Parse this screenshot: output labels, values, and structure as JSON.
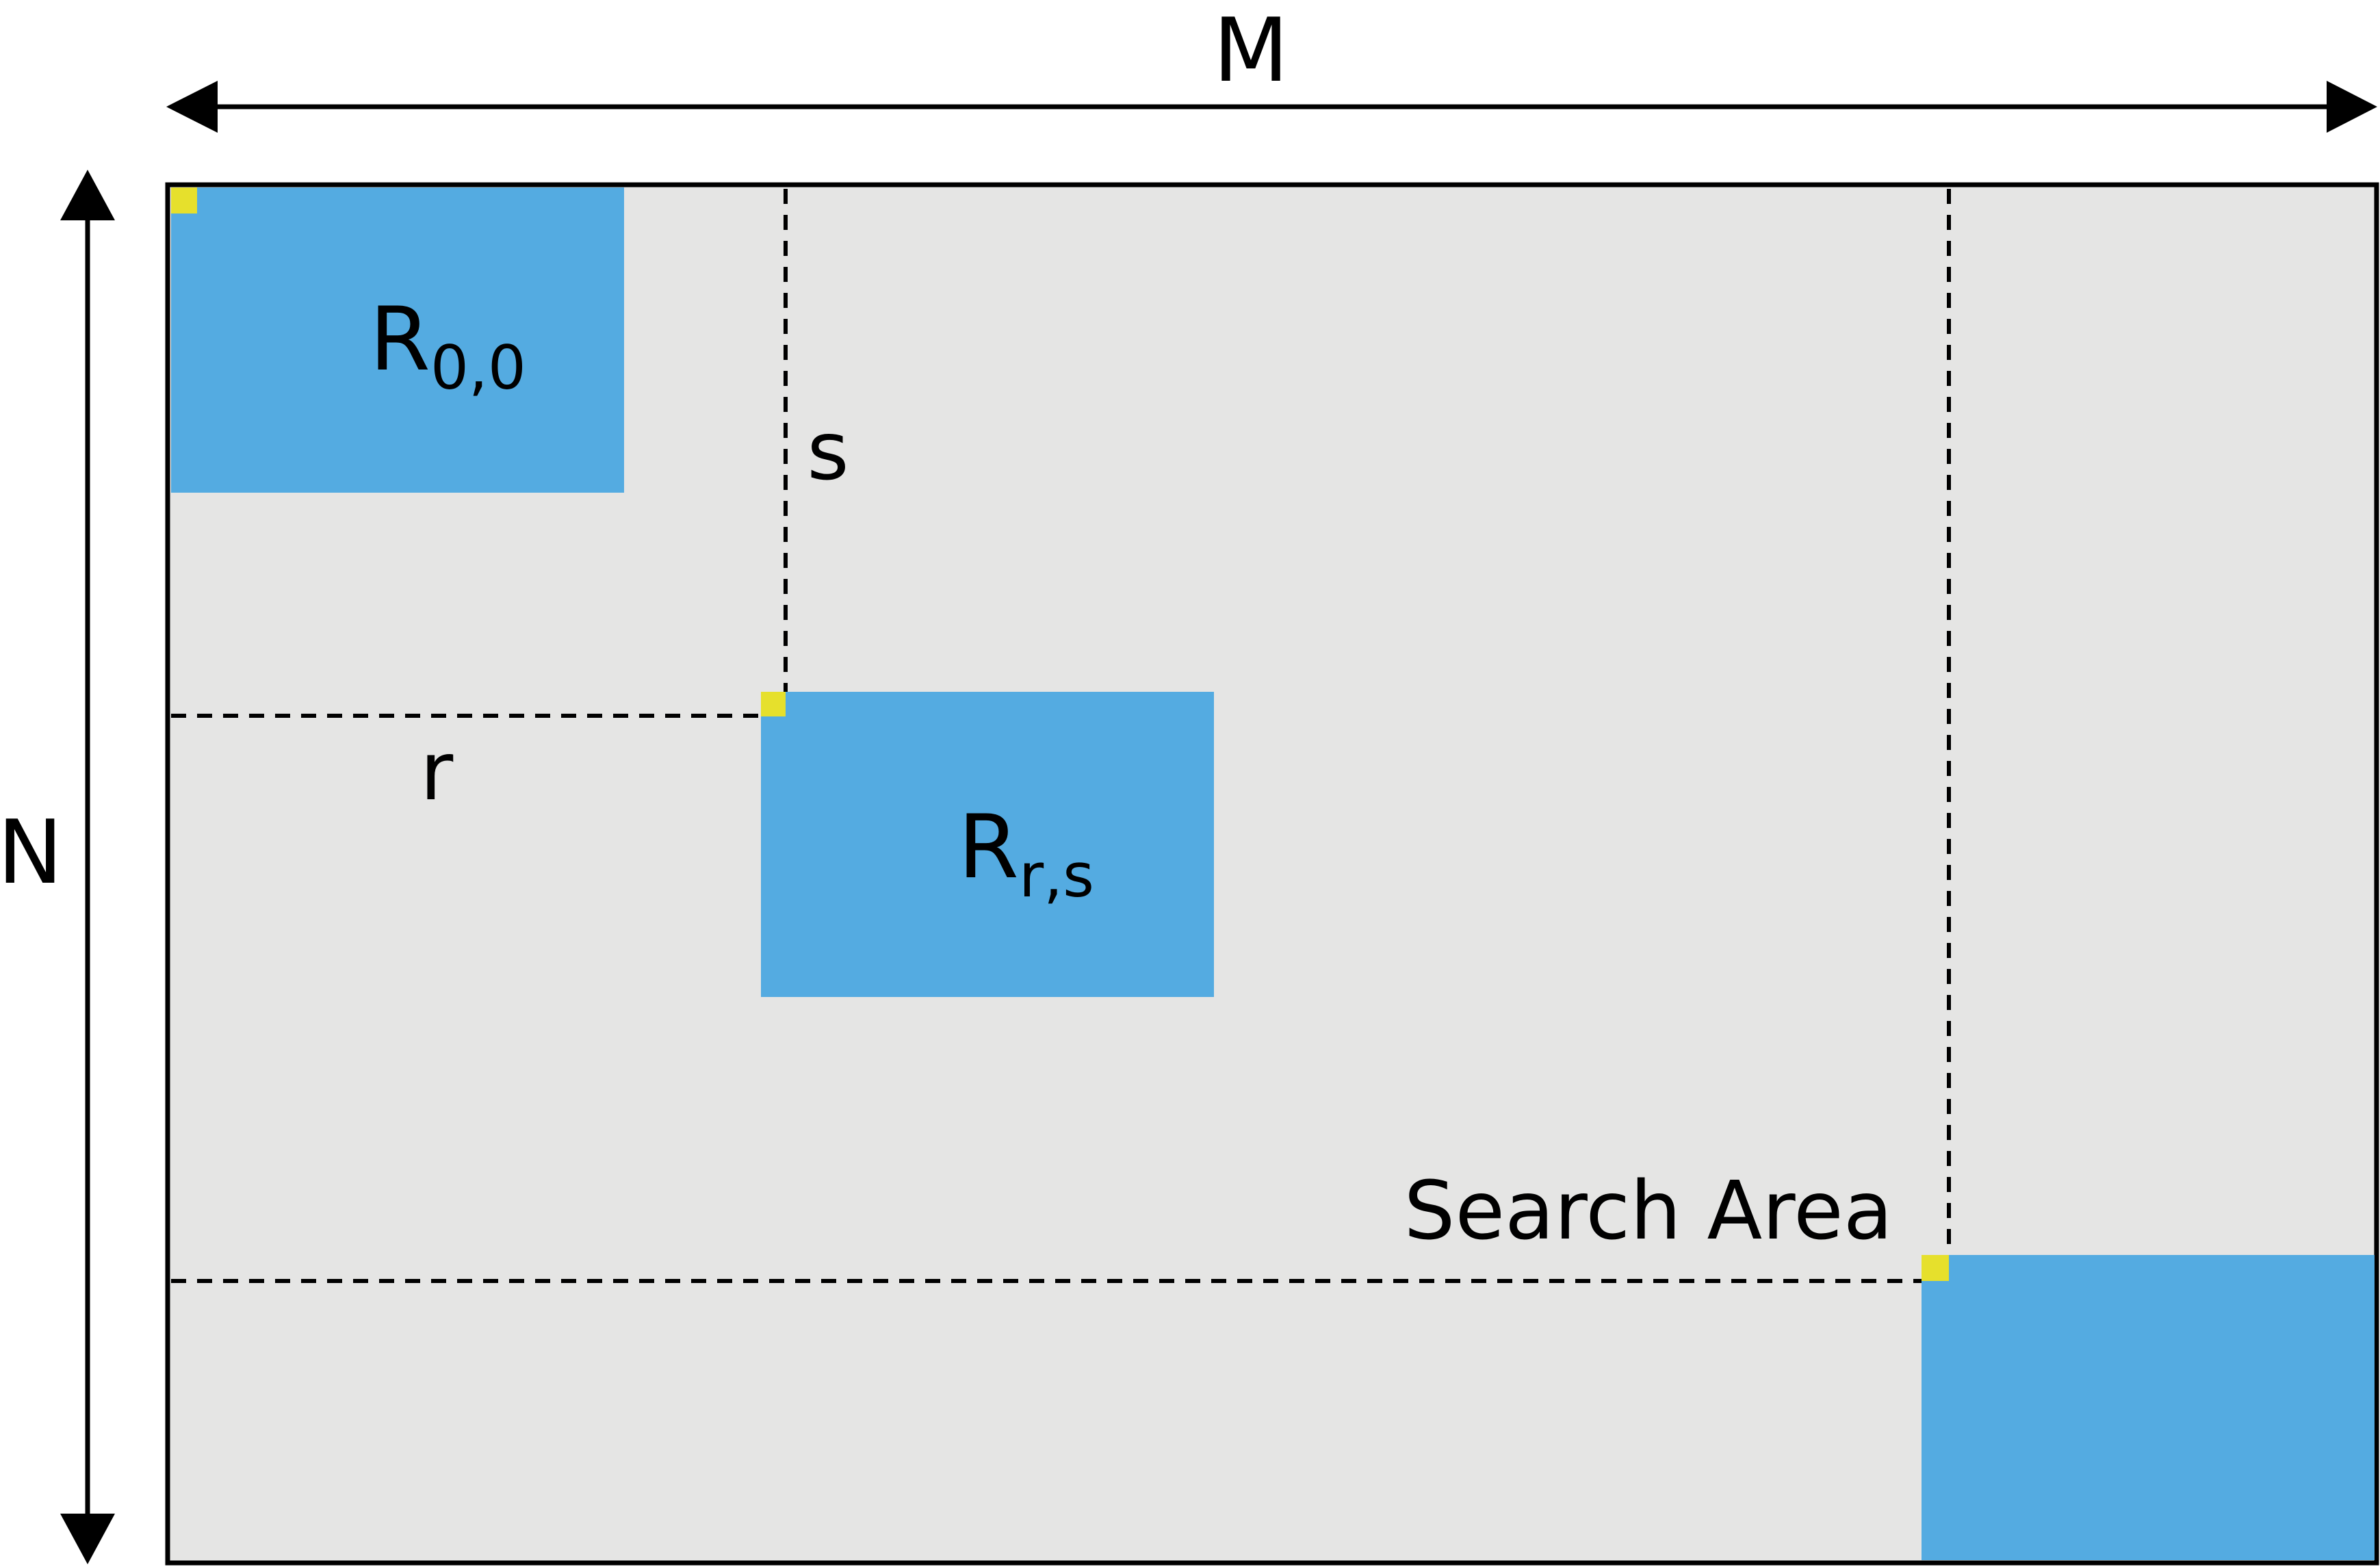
{
  "labels": {
    "width": "M",
    "height": "N",
    "r": "r",
    "s": "s",
    "search_area": "Search Area"
  },
  "regions": [
    {
      "main": "R",
      "sub": "0,0"
    },
    {
      "main": "R",
      "sub": "r,s"
    },
    {
      "main": "",
      "sub": ""
    }
  ],
  "colors": {
    "background": "#e5e5e4",
    "region": "#54abe1",
    "marker": "#e6e02c",
    "line": "#000000"
  }
}
